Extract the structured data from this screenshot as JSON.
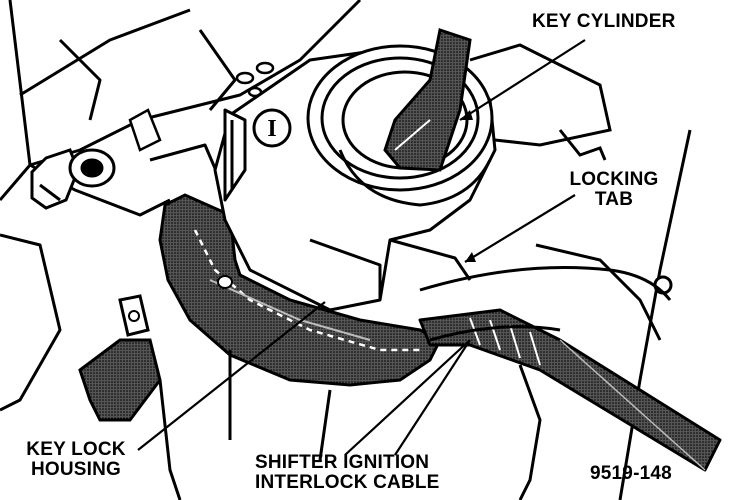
{
  "labels": {
    "key_cylinder": "KEY CYLINDER",
    "locking_tab_line1": "LOCKING",
    "locking_tab_line2": "TAB",
    "key_lock_line1": "KEY LOCK",
    "key_lock_line2": "HOUSING",
    "shifter_line1": "SHIFTER IGNITION",
    "shifter_line2": "INTERLOCK CABLE",
    "figure_number": "9519-148"
  },
  "key_symbol": "I",
  "colors": {
    "ink": "#000000",
    "paper": "#ffffff",
    "shade": "#8a8a8a"
  }
}
